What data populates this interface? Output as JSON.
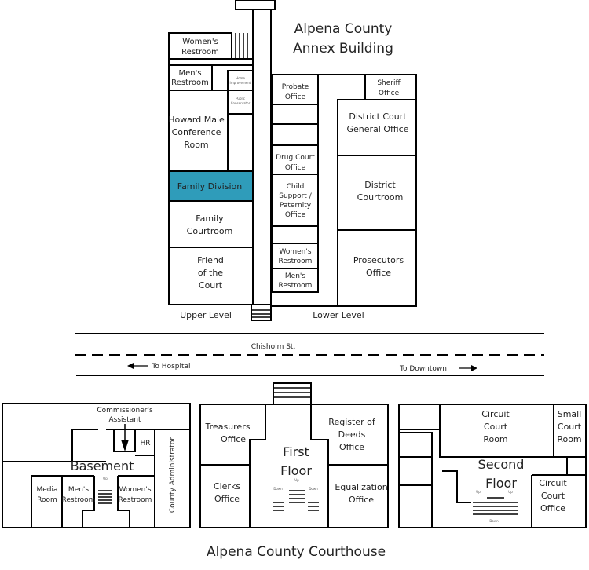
{
  "annex": {
    "title": [
      "Alpena County",
      "Annex Building"
    ],
    "upper_level_label": "Upper Level",
    "lower_level_label": "Lower Level",
    "rooms": {
      "womens_restroom_upper": [
        "Women's",
        "Restroom"
      ],
      "mens_restroom_upper": [
        "Men's",
        "Restroom"
      ],
      "home_improvement": [
        "Home",
        "Improvement"
      ],
      "public_conservator": [
        "Public",
        "Conservator"
      ],
      "howard_male": [
        "Howard Male",
        "Conference",
        "Room"
      ],
      "family_division": "Family Division",
      "family_courtroom": [
        "Family",
        "Courtroom"
      ],
      "friend_of_court": [
        "Friend",
        "of the",
        "Court"
      ],
      "probate": [
        "Probate",
        "Office"
      ],
      "sheriff": [
        "Sheriff",
        "Office"
      ],
      "district_court_general": [
        "District Court",
        "General Office"
      ],
      "drug_court": [
        "Drug Court",
        "Office"
      ],
      "child_support": [
        "Child",
        "Support /",
        "Paternity",
        "Office"
      ],
      "district_courtroom": [
        "District",
        "Courtroom"
      ],
      "womens_restroom_lower": [
        "Women's",
        "Restroom"
      ],
      "mens_restroom_lower": [
        "Men's",
        "Restroom"
      ],
      "prosecutors": [
        "Prosecutors",
        "Office"
      ]
    },
    "highlight_color": "#2f9cba"
  },
  "street": {
    "name": "Chisholm St.",
    "to_hospital": "To Hospital",
    "to_downtown": "To Downtown"
  },
  "courthouse": {
    "title": "Alpena County Courthouse",
    "basement": {
      "label": "Basement",
      "commissioners_assistant": [
        "Commissioner's",
        "Assistant"
      ],
      "hr": "HR",
      "county_administrator": "County Administrator",
      "media_room": [
        "Media",
        "Room"
      ],
      "mens_restroom": [
        "Men's",
        "Restroom"
      ],
      "womens_restroom": [
        "Women's",
        "Restroom"
      ],
      "stair_up": "Up"
    },
    "first_floor": {
      "label": [
        "First",
        "Floor"
      ],
      "treasurers": [
        "Treasurers",
        "Office"
      ],
      "register_of_deeds": [
        "Register of",
        "Deeds",
        "Office"
      ],
      "clerks": [
        "Clerks",
        "Office"
      ],
      "equalization": [
        "Equalization",
        "Office"
      ],
      "stair_up": "Up",
      "stair_down": "Down"
    },
    "second_floor": {
      "label": [
        "Second",
        "Floor"
      ],
      "circuit_court_room": [
        "Circuit",
        "Court",
        "Room"
      ],
      "small_court_room": [
        "Small",
        "Court",
        "Room"
      ],
      "circuit_court_office": [
        "Circuit",
        "Court",
        "Office"
      ],
      "stair_up": "Up",
      "stair_down": "Down"
    }
  }
}
